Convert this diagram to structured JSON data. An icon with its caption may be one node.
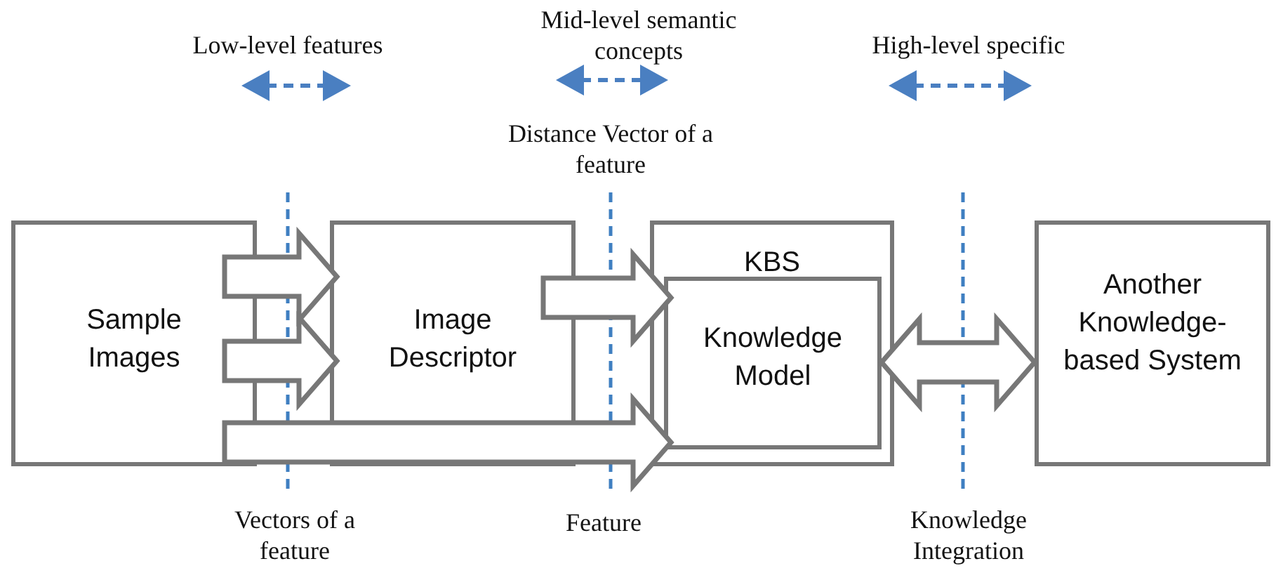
{
  "diagram": {
    "nodes": [
      {
        "text": [
          "Sample Images"
        ]
      },
      {
        "text": [
          "Image Descriptor"
        ]
      },
      {
        "text": [
          "KBS"
        ]
      },
      {
        "text": [
          "Knowledge Model"
        ],
        "in": 2
      },
      {
        "text": [
          "Another Knowledge-based System"
        ]
      }
    ],
    "edges": [
      {
        "from": 0,
        "to": 1,
        "arrow": "to"
      },
      {
        "from": 0,
        "to": 1,
        "arrow": "to"
      },
      {
        "from": 1,
        "to": 3,
        "arrow": "to"
      },
      {
        "from": 0,
        "to": 3,
        "arrow": "to"
      },
      {
        "from": 3,
        "to": 4,
        "arrow": "both"
      }
    ],
    "labels": [
      "Low-level features",
      "Mid-level semantic concepts",
      "High-level specific",
      "Distance Vector of a feature",
      "Vectors of a feature",
      "Feature",
      "Knowledge Integration"
    ]
  }
}
